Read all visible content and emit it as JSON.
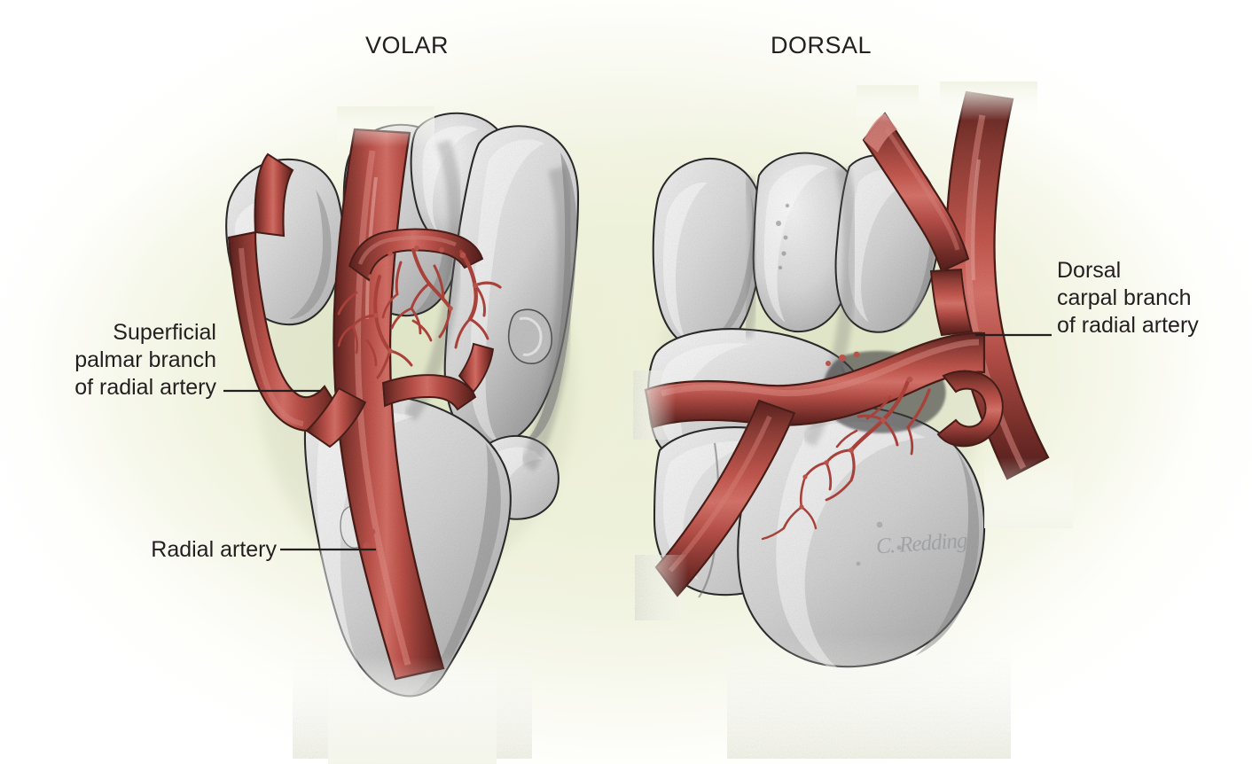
{
  "figure": {
    "kind": "anatomical-illustration",
    "subject": "Arterial supply of the wrist / carpus",
    "background_color": "#eef0dc",
    "artery_color": "#c4574f",
    "artery_dark_color": "#6e2a26",
    "bone_color": "#dedede",
    "bone_shadow_color": "#9a9a9a",
    "outline_color": "#231f20",
    "signature": "C. Redding"
  },
  "panels": [
    {
      "id": "volar",
      "title": "VOLAR"
    },
    {
      "id": "dorsal",
      "title": "DORSAL"
    }
  ],
  "labels": [
    {
      "id": "superficial-palmar-branch",
      "align": "right",
      "lines": [
        "Superficial",
        "palmar branch",
        "of radial artery"
      ],
      "text": "Superficial\npalmar branch\nof radial artery"
    },
    {
      "id": "radial-artery",
      "align": "right",
      "lines": [
        "Radial artery"
      ],
      "text": "Radial artery"
    },
    {
      "id": "dorsal-carpal-branch",
      "align": "left",
      "lines": [
        "Dorsal",
        "carpal branch",
        "of radial artery"
      ],
      "text": "Dorsal\ncarpal branch\nof radial artery"
    }
  ]
}
